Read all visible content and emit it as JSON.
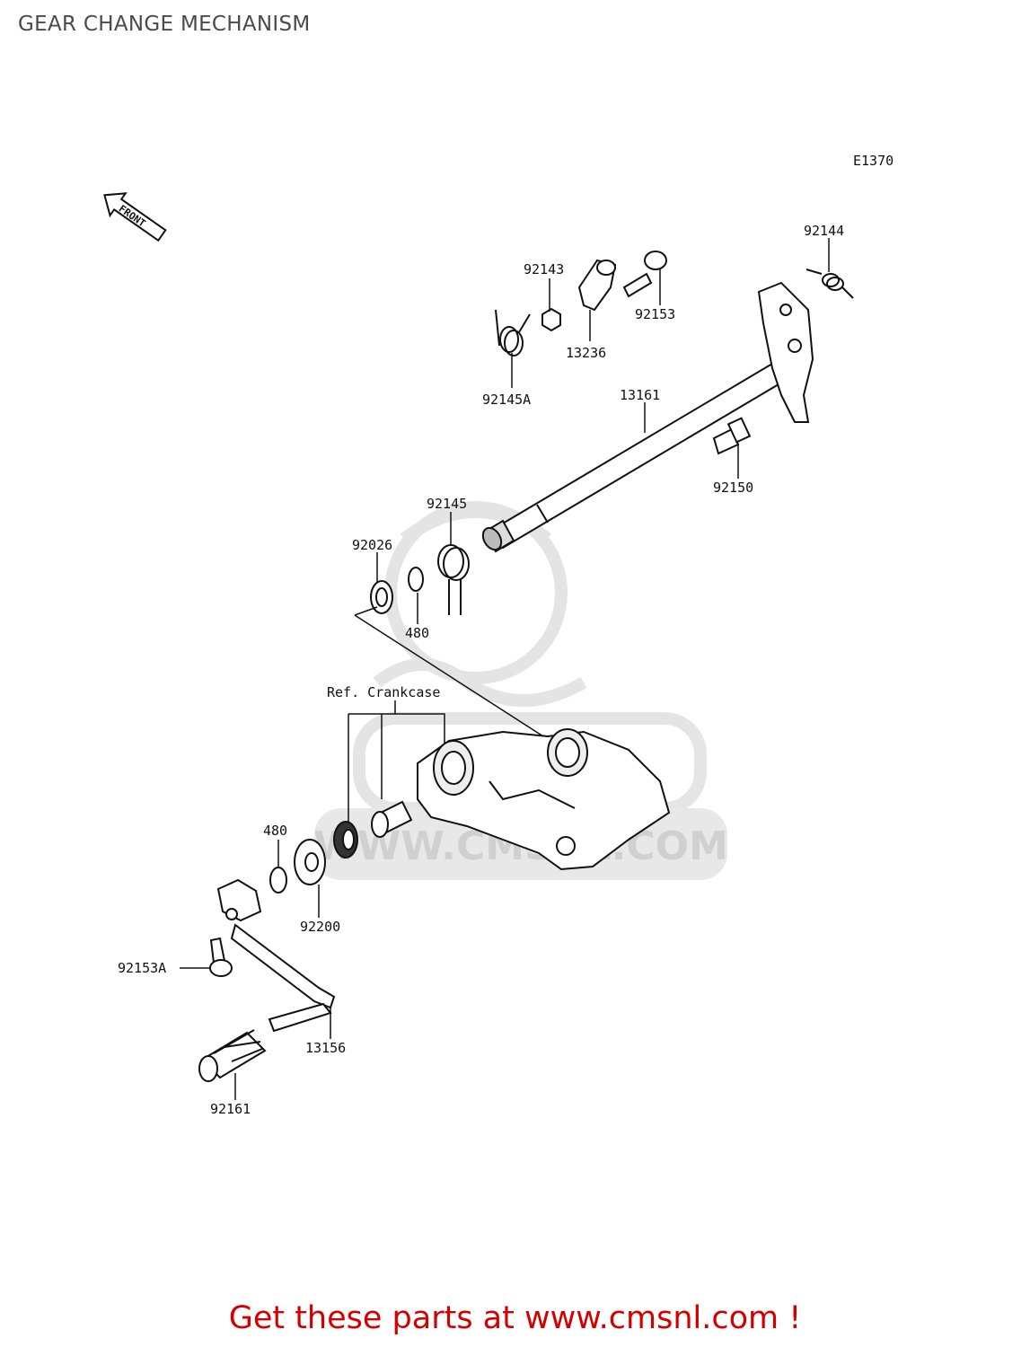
{
  "title": "GEAR CHANGE MECHANISM",
  "diagram_code": "E1370",
  "front_marker": "FRONT",
  "reference_note": "Ref. Crankcase",
  "watermark": "WWW.CMSNL.COM",
  "footer": "Get these parts at www.cmsnl.com !",
  "parts": {
    "p92144": "92144",
    "p92143": "92143",
    "p92153": "92153",
    "p13236": "13236",
    "p92145A": "92145A",
    "p13161": "13161",
    "p92150": "92150",
    "p92145": "92145",
    "p92026": "92026",
    "p480a": "480",
    "p480b": "480",
    "p92200": "92200",
    "p92153A": "92153A",
    "p13156": "13156",
    "p92161": "92161"
  }
}
